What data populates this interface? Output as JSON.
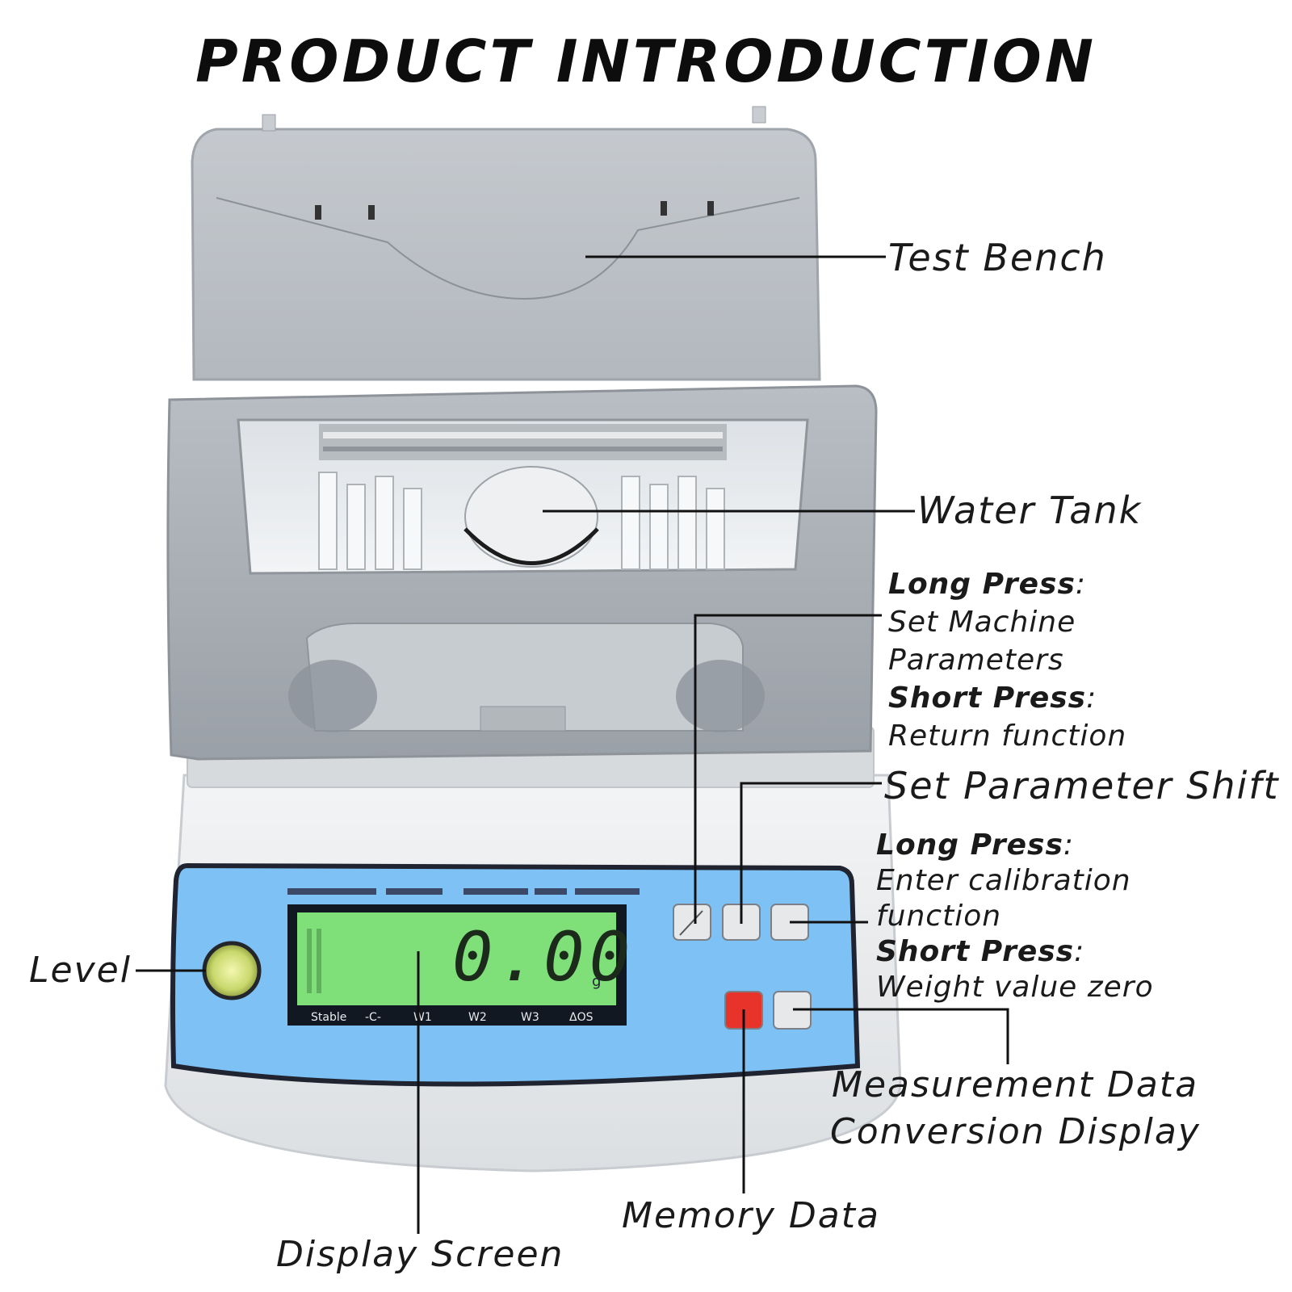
{
  "title": "PRODUCT INTRODUCTION",
  "display": {
    "reading": "0.00",
    "unit": "g"
  },
  "callouts": {
    "test_bench": "Test Bench",
    "water_tank": "Water Tank",
    "set_parameter_shift": "Set Parameter Shift",
    "level": "Level",
    "measurement_data_line1": "Measurement Data",
    "measurement_data_line2": "Conversion Display",
    "memory_data": "Memory Data",
    "display_screen": "Display Screen"
  },
  "notes": {
    "return_key": {
      "long_label": "Long Press",
      "long_text_line1": "Set Machine",
      "long_text_line2": "Parameters",
      "short_label": "Short Press",
      "short_text": "Return function"
    },
    "zero_key": {
      "long_label": "Long Press",
      "long_text_line1": "Enter calibration",
      "long_text_line2": "function",
      "short_label": "Short Press",
      "short_text": "Weight value zero"
    }
  },
  "colors": {
    "panel_blue": "#7ec1f4",
    "lcd_green": "#7fe07a",
    "memory_key_red": "#e8332b",
    "housing_gray": "#aeb3b9",
    "body_white": "#eceeef"
  }
}
